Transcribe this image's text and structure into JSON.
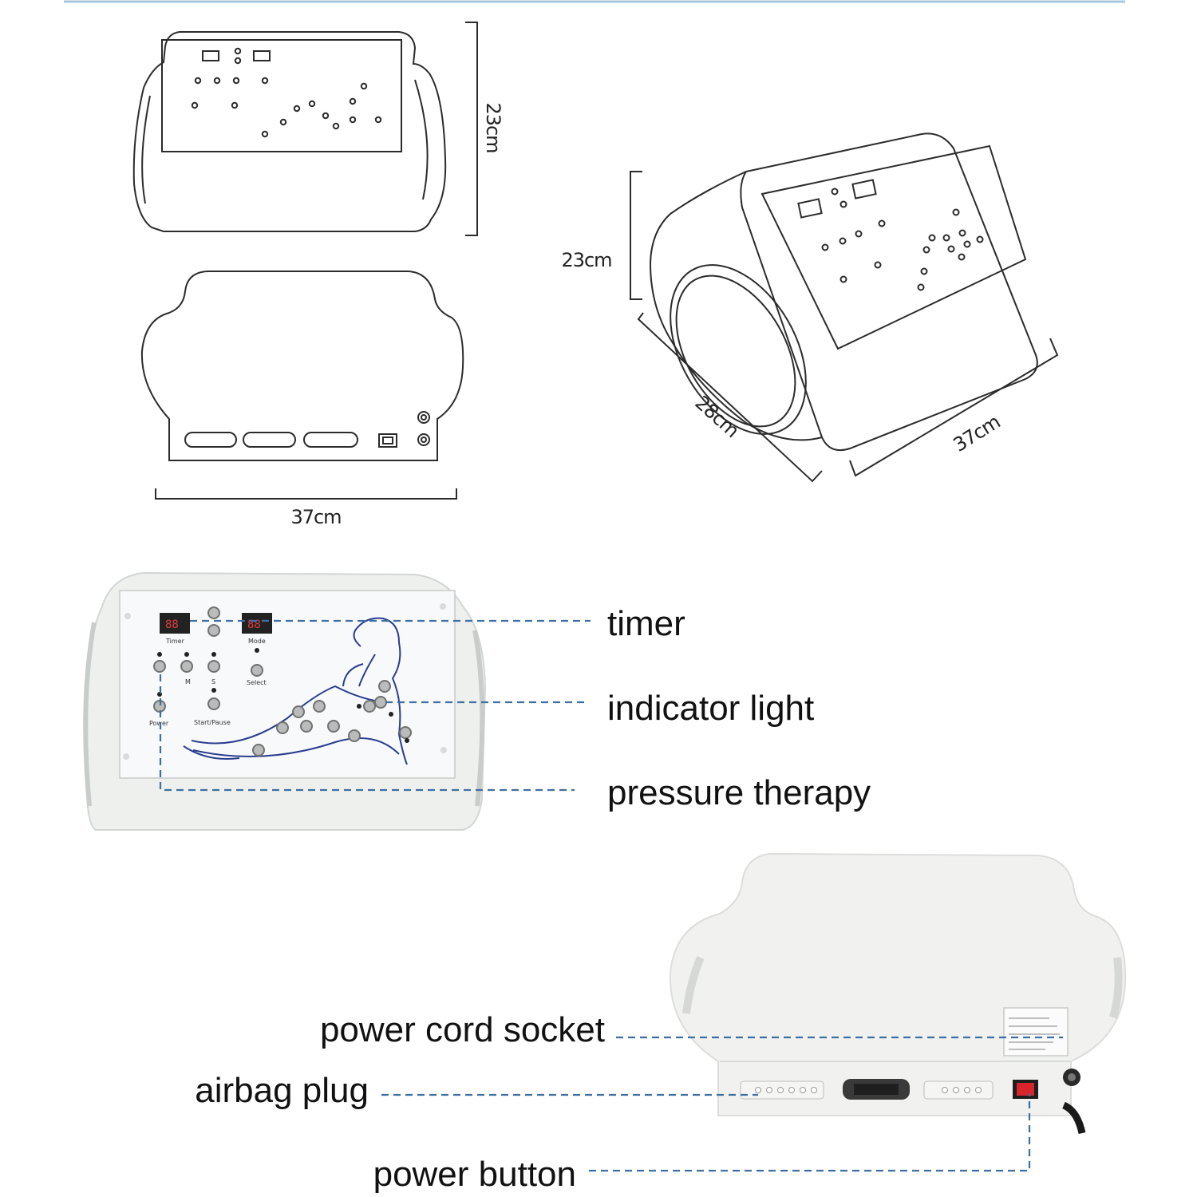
{
  "top_rule_color": "#a9c7dc",
  "dimensions": {
    "front_height": "23cm",
    "back_width": "37cm",
    "iso_height": "23cm",
    "iso_depth": "28cm",
    "iso_width": "37cm"
  },
  "panel_labels": {
    "timer": "Timer",
    "mode": "Mode",
    "m": "M",
    "s": "S",
    "select": "Select",
    "power": "Power",
    "start_pause": "Start/Pause"
  },
  "front_callouts": [
    "timer",
    "indicator light",
    "pressure therapy"
  ],
  "rear_callouts": [
    "power cord socket",
    "airbag plug",
    "power button"
  ],
  "colors": {
    "callout_line": "#3e6fa3",
    "device_body": "#eef0ee",
    "panel": "#f8f9fb",
    "power_switch": "#d8252b"
  }
}
